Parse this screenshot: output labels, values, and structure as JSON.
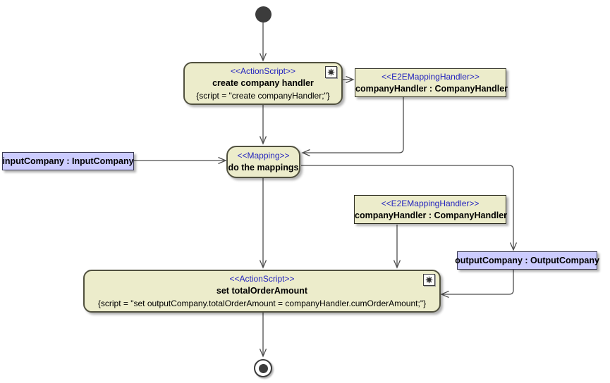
{
  "colors": {
    "background": "#FFFFFF",
    "action_fill": "#ECECCB",
    "object_fill": "#CCCCFF",
    "stereotype_text": "#2424BE",
    "edge_line": "#4D4D4D",
    "node_shadow": "#9B9B9B"
  },
  "icons": {
    "gear": "gear"
  },
  "nodes": {
    "create_action": {
      "stereotype": "<<ActionScript>>",
      "name": "create company handler",
      "script": "{script = \"create companyHandler;\"}"
    },
    "company_handler_top": {
      "stereotype": "<<E2EMappingHandler>>",
      "name": "companyHandler : CompanyHandler"
    },
    "mapping": {
      "stereotype": "<<Mapping>>",
      "name": "do the mappings"
    },
    "input_company": {
      "name": "inputCompany : InputCompany"
    },
    "company_handler_bottom": {
      "stereotype": "<<E2EMappingHandler>>",
      "name": "companyHandler : CompanyHandler"
    },
    "output_company": {
      "name": "outputCompany : OutputCompany"
    },
    "set_action": {
      "stereotype": "<<ActionScript>>",
      "name": "set totalOrderAmount",
      "script": "{script = \"set outputCompany.totalOrderAmount = companyHandler.cumOrderAmount;\"}"
    }
  }
}
